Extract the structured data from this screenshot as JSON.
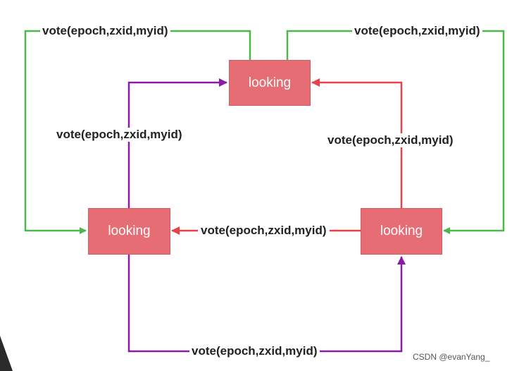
{
  "nodes": {
    "top": "looking",
    "left": "looking",
    "right": "looking"
  },
  "edges": {
    "top_left_green": "vote(epoch,zxid,myid)",
    "top_right_green": "vote(epoch,zxid,myid)",
    "left_to_top_purple": "vote(epoch,zxid,myid)",
    "right_to_top_red": "vote(epoch,zxid,myid)",
    "right_to_left_red": "vote(epoch,zxid,myid)",
    "bottom_purple": "vote(epoch,zxid,myid)"
  },
  "colors": {
    "node_fill": "#e66d74",
    "green": "#4cb84c",
    "red": "#e8414a",
    "purple": "#8a1aa8"
  },
  "watermark": "CSDN @evanYang_"
}
